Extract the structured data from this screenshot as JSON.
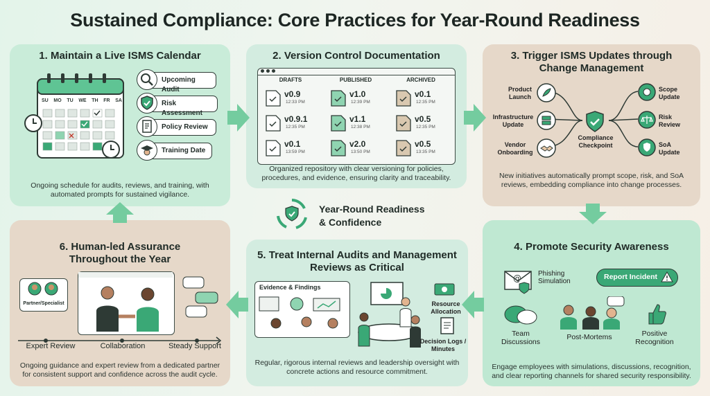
{
  "title": "Sustained Compliance: Core Practices for Year-Round Readiness",
  "center_badge": {
    "line1": "Year-Round Readiness",
    "line2": "& Confidence"
  },
  "panel1": {
    "title": "1. Maintain a Live ISMS Calendar",
    "days": [
      "SU",
      "MO",
      "TU",
      "WE",
      "TH",
      "FR",
      "SA"
    ],
    "items": [
      "Upcoming Audit",
      "Risk Assessment",
      "Policy Review",
      "Training Date"
    ],
    "desc": "Ongoing schedule for audits, reviews, and training, with automated prompts for sustained vigilance."
  },
  "panel2": {
    "title": "2. Version Control Documentation",
    "columns": [
      {
        "name": "DRAFTS",
        "versions": [
          {
            "v": "v0.9",
            "t": "12:33 PM"
          },
          {
            "v": "v0.9.1",
            "t": "12:35 PM"
          },
          {
            "v": "v0.1",
            "t": "13:59 PM"
          }
        ]
      },
      {
        "name": "PUBLISHED",
        "versions": [
          {
            "v": "v1.0",
            "t": "12:39 PM"
          },
          {
            "v": "v1.1",
            "t": "12:38 PM"
          },
          {
            "v": "v2.0",
            "t": "13:50 PM"
          }
        ]
      },
      {
        "name": "ARCHIVED",
        "versions": [
          {
            "v": "v0.1",
            "t": "12:35 PM"
          },
          {
            "v": "v0.5",
            "t": "12:35 PM"
          },
          {
            "v": "v0.5",
            "t": "13:35 PM"
          }
        ]
      }
    ],
    "desc": "Organized repository with clear versioning for policies, procedures, and evidence, ensuring clarity and traceability."
  },
  "panel3": {
    "title": "3. Trigger ISMS Updates through Change Management",
    "inputs": [
      "Product Launch",
      "Infrastructure Update",
      "Vendor Onboarding"
    ],
    "checkpoint": "Compliance Checkpoint",
    "outputs": [
      "Scope Update",
      "Risk Review",
      "SoA Update"
    ],
    "desc": "New initiatives automatically prompt scope, risk, and SoA reviews, embedding compliance into change processes."
  },
  "panel4": {
    "title": "4. Promote Security Awareness",
    "phishing": "Phishing Simulation",
    "report": "Report Incident",
    "labels": [
      "Team Discussions",
      "Post-Mortems",
      "Positive Recognition"
    ],
    "desc": "Engage employees with simulations, discussions, recognition, and clear reporting channels for shared security responsibility."
  },
  "panel5": {
    "title": "5. Treat Internal Audits and Management Reviews as Critical",
    "evidence": "Evidence & Findings",
    "resource": "Resource Allocation",
    "decision": "Decision Logs / Minutes",
    "desc": "Regular, rigorous internal reviews and leadership oversight with concrete actions and resource commitment."
  },
  "panel6": {
    "title": "6. Human-led Assurance Throughout the Year",
    "partner": "Partner/Specialist",
    "timeline": [
      "Expert Review",
      "Collaboration",
      "Steady Support"
    ],
    "desc": "Ongoing guidance and expert review from a dedicated partner for consistent support and confidence across the audit cycle."
  },
  "colors": {
    "green_panel": "#c9ecd9",
    "tan_panel": "#e6d8c9",
    "accent": "#3aa876",
    "dark": "#2e3a35"
  }
}
